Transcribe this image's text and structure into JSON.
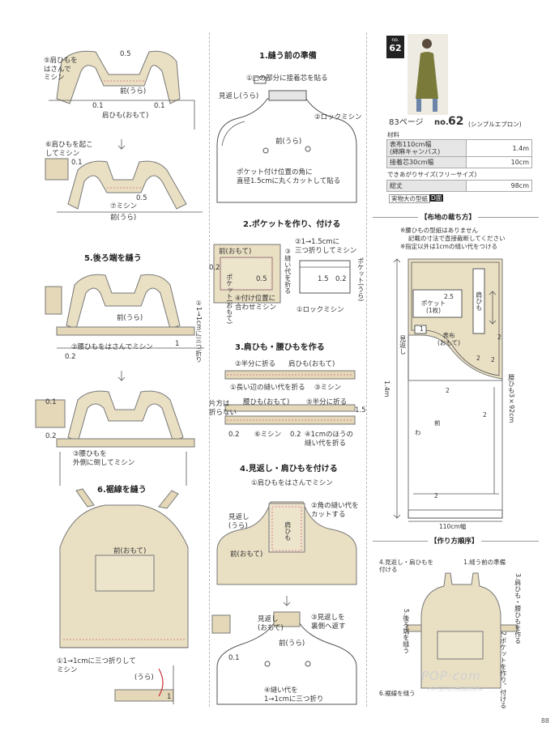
{
  "left": {
    "s1": {
      "note_a": "⑤肩ひもを\nはさんで\nミシン",
      "m05": "0.5",
      "front_back": "前(うら)",
      "m01a": "0.1",
      "m01b": "0.1",
      "strap_front": "肩ひも(おもて)"
    },
    "s2": {
      "note_b": "⑥肩ひもを起こ\nしてミシン",
      "m01": "0.1",
      "m05": "0.5",
      "sew": "⑦ミシン",
      "front_back": "前(うら)"
    },
    "sec5": {
      "title": "5.後ろ端を縫う",
      "front_back": "前(うら)",
      "waist": "②腰ひもをはさんでミシン",
      "m02": "0.2",
      "m1": "1",
      "side": "①1→1cmに三つ折り",
      "m01": "0.1",
      "m02b": "0.2",
      "sew_out": "③腰ひもを\n外側に倒してミシン"
    },
    "sec6": {
      "title": "6.裾線を縫う",
      "front_face": "前(おもて)",
      "hem": "①1→1cmに三つ折りして\nミシン",
      "back": "(うら)",
      "m1": "1"
    }
  },
  "middle": {
    "sec1": {
      "title": "1.縫う前の準備",
      "interface": "①□の部分に接着芯を貼る",
      "facing": "見返し(うら)",
      "lock": "②ロックミシン",
      "front_back": "前(うら)",
      "pocket_note": "ポケット付け位置の角に\n直径1.5cmに丸くカットして貼る"
    },
    "sec2": {
      "title": "2.ポケットを作り、付ける",
      "front_face": "前(おもて)",
      "fold": "②1→1.5cmに\n三つ折りしてミシン",
      "m02": "0.2",
      "m05": "0.5",
      "m15": "1.5",
      "m02b": "0.2",
      "seam": "③縫い代を折る",
      "pocket_face": "ポケット(おもて)",
      "pocket_back": "ポケット(うら)",
      "attach": "④付け位置に\n合わせミシン",
      "lock": "①ロックミシン"
    },
    "sec3": {
      "title": "3.肩ひも・腰ひもを作る",
      "half": "②半分に折る",
      "strap_face": "肩ひも(おもて)",
      "long_edge": "①長い辺の縫い代を折る",
      "sew3": "③ミシン",
      "one_side": "片方は\n折らない",
      "waist_face": "腰ひも(おもて)",
      "half5": "⑤半分に折る",
      "m15": "1.5",
      "m02a": "0.2",
      "sew6": "⑥ミシン",
      "m02b": "0.2",
      "fold1": "④1cmのほうの\n縫い代を折る"
    },
    "sec4": {
      "title": "4.見返し・肩ひもを付ける",
      "strap_in": "①肩ひもをはさんでミシン",
      "facing_back": "見返し\n(うら)",
      "corner": "②角の縫い代を\nカットする",
      "strap": "肩ひも",
      "front_face": "前(おもて)",
      "facing_face": "見返し\n(おもて)",
      "turn": "③見返しを\n裏側へ返す",
      "front_back": "前(うら)",
      "seam_fold": "④縫い代を\n1→1cmに三つ折り",
      "m01": "0.1"
    }
  },
  "right": {
    "badge_label": "no.",
    "badge_num": "62",
    "page_ref": "83ページ",
    "no_label": "no.",
    "no_num": "62",
    "simple": "(シンプルエプロン)",
    "materials": "材料",
    "table": [
      {
        "k": "表布110cm幅\n(綿麻キャンバス)",
        "v": "1.4m"
      },
      {
        "k": "接着芯30cm幅",
        "v": "10cm"
      }
    ],
    "size_title": "できあがりサイズ(フリーサイズ)",
    "size_row": {
      "k": "総丈",
      "v": "98cm"
    },
    "pattern": "実物大の型紙",
    "pattern_side": "D面",
    "cut": {
      "title": "【布地の裁ち方】",
      "note1": "※腰ひもの型紙はありません",
      "note2": "記載の寸法で直接裁断してください",
      "note3": "※指定以外は1cmの縫い代をつける",
      "pocket": "ポケット\n(1枚)",
      "m25": "2.5",
      "strap": "肩ひも",
      "face": "表布\n(おもて)",
      "facing": "見返し",
      "m2a": "2",
      "m2b": "2",
      "m2c": "2",
      "m2d": "2",
      "m2e": "2",
      "m2f": "2",
      "waist": "腰ひも3×92cm",
      "length": "1.4m",
      "front": "前",
      "wa": "わ",
      "width": "110cm幅",
      "m1": "1"
    },
    "order": {
      "title": "【作り方順序】",
      "s4": "4.見返し・肩ひもを\n付ける",
      "s1": "1.縫う前の準備",
      "s3": "3.肩ひも・腰ひもを作る",
      "s5": "5.後ろ端を縫う",
      "s2": "2.ポケットを作り、付ける",
      "s6": "6.裾線を縫う"
    }
  },
  "footer": {
    "page": "88",
    "watermark": "POP·com",
    "watermark_sub": "POP|室内|时尚|潮流|前沿"
  }
}
